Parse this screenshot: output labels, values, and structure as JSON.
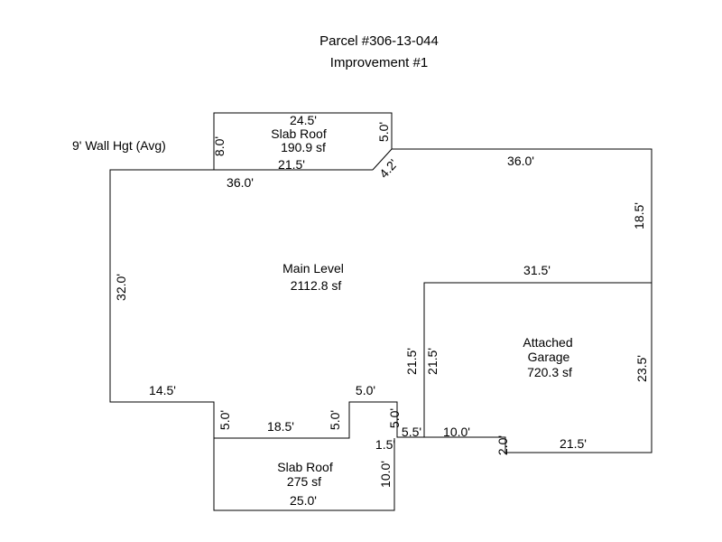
{
  "header": {
    "parcel": "Parcel #306-13-044",
    "improvement": "Improvement #1"
  },
  "wall_height_note": "9' Wall Hgt (Avg)",
  "areas": {
    "slab_roof_top": {
      "name": "Slab Roof",
      "area": "190.9 sf"
    },
    "main_level": {
      "name": "Main Level",
      "area": "2112.8 sf"
    },
    "garage": {
      "name_line1": "Attached",
      "name_line2": "Garage",
      "area": "720.3 sf"
    },
    "slab_roof_bottom": {
      "name": "Slab Roof",
      "area": "275 sf"
    }
  },
  "dimensions": {
    "slab_top_width": "24.5'",
    "slab_top_left": "8.0'",
    "slab_top_right": "5.0'",
    "slab_top_bottom": "21.5'",
    "diagonal": "4.2'",
    "main_top_left": "36.0'",
    "main_top_right": "36.0'",
    "main_left": "32.0'",
    "main_right_upper": "18.5'",
    "garage_top": "31.5'",
    "garage_left_outer": "21.5'",
    "garage_left_inner": "21.5'",
    "garage_right": "23.5'",
    "main_bottom_left": "14.5'",
    "step_left": "5.0'",
    "step_middle": "18.5'",
    "step_right": "5.0'",
    "step_top": "5.0'",
    "step_far_right": "5.0'",
    "bottom_5_5": "5.5'",
    "bottom_1_5": "1.5'",
    "garage_bottom_left": "10.0'",
    "garage_notch": "2.0'",
    "garage_bottom_right": "21.5'",
    "slab_bottom_right": "10.0'",
    "slab_bottom_width": "25.0'"
  }
}
